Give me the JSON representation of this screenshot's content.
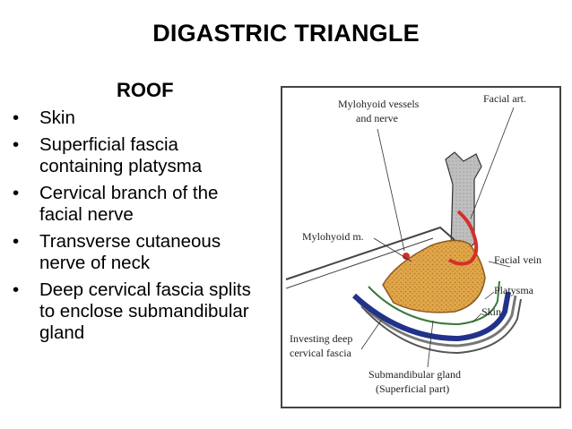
{
  "slide": {
    "title": "DIGASTRIC TRIANGLE",
    "subtitle": "ROOF",
    "bullets": [
      {
        "text": "Skin"
      },
      {
        "text": "Superficial fascia containing platysma"
      },
      {
        "text": "Cervical branch of the facial nerve"
      },
      {
        "text": "Transverse cutaneous nerve of neck"
      },
      {
        "text": "Deep cervical fascia splits to enclose submandibular gland"
      }
    ],
    "bullet_glyph": "•"
  },
  "diagram": {
    "labels": {
      "mylohyoid_vessels_1": "Mylohyoid vessels",
      "mylohyoid_vessels_2": "and nerve",
      "facial_art": "Facial art.",
      "mylohyoid_m": "Mylohyoid m.",
      "facial_vein": "Facial vein",
      "platysma": "Platysma",
      "skin": "Skin",
      "investing_1": "Investing deep",
      "investing_2": "cervical fascia",
      "submandibular_1": "Submandibular gland",
      "submandibular_2": "(Superficial part)"
    },
    "colors": {
      "gland": "#e1a84a",
      "gland_dots": "#b8782a",
      "artery": "#d4302a",
      "vein": "#22328a",
      "fascia": "#3a7a3a",
      "bone": "#bfbfbf",
      "frame": "#444444"
    }
  }
}
